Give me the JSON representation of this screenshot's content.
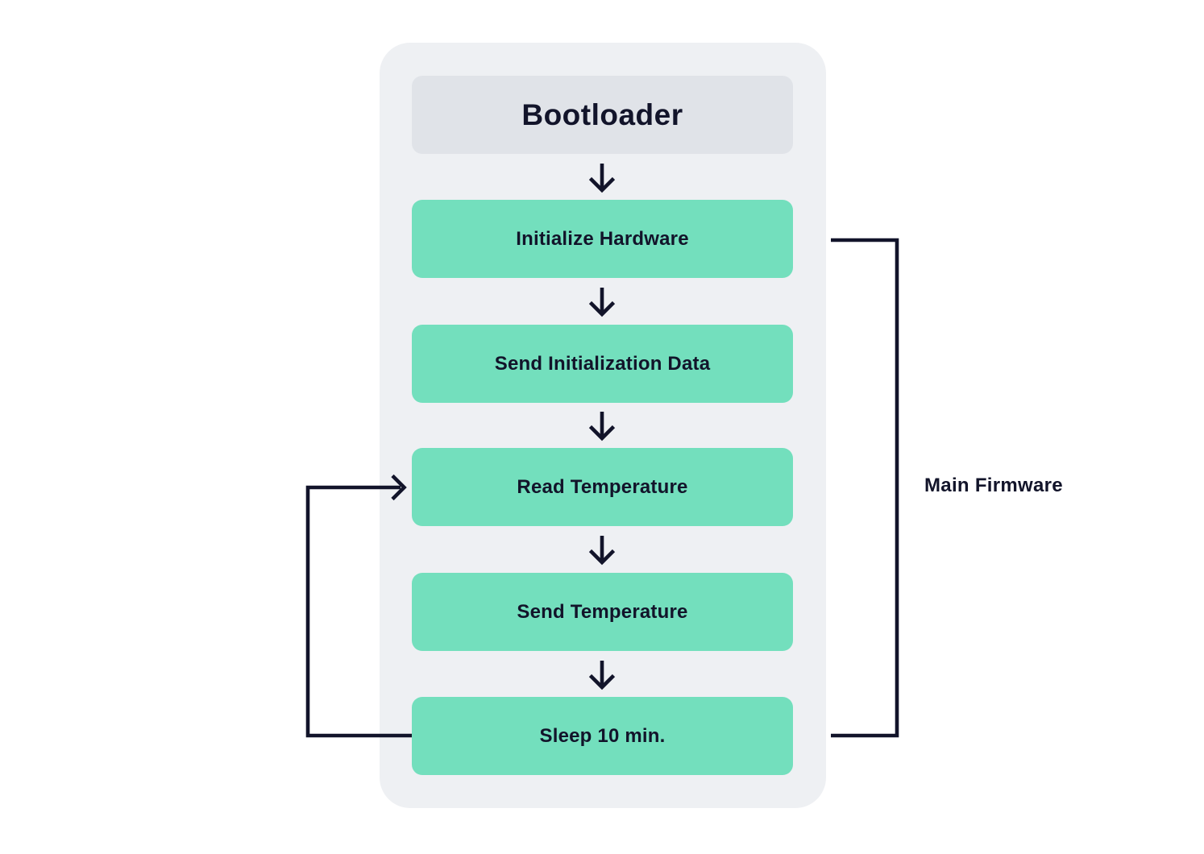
{
  "diagram": {
    "title_node": {
      "label": "Bootloader"
    },
    "flow_nodes": [
      {
        "label": "Initialize Hardware"
      },
      {
        "label": "Send Initialization Data"
      },
      {
        "label": "Read Temperature"
      },
      {
        "label": "Send Temperature"
      },
      {
        "label": "Sleep 10 min."
      }
    ],
    "edges": [
      {
        "from": "Bootloader",
        "to": "Initialize Hardware",
        "type": "down-arrow"
      },
      {
        "from": "Initialize Hardware",
        "to": "Send Initialization Data",
        "type": "down-arrow"
      },
      {
        "from": "Send Initialization Data",
        "to": "Read Temperature",
        "type": "down-arrow"
      },
      {
        "from": "Read Temperature",
        "to": "Send Temperature",
        "type": "down-arrow"
      },
      {
        "from": "Send Temperature",
        "to": "Sleep 10 min.",
        "type": "down-arrow"
      },
      {
        "from": "Sleep 10 min.",
        "to": "Read Temperature",
        "type": "loop-back-arrow"
      }
    ],
    "bracket": {
      "label": "Main Firmware",
      "spans_from": "Initialize Hardware",
      "spans_to": "Sleep 10 min."
    },
    "colors": {
      "panel_bg": "#eef0f3",
      "bootloader_bg": "#e0e3e8",
      "step_bg": "#73dfbd",
      "ink": "#12142a",
      "page_bg": "#ffffff"
    }
  }
}
